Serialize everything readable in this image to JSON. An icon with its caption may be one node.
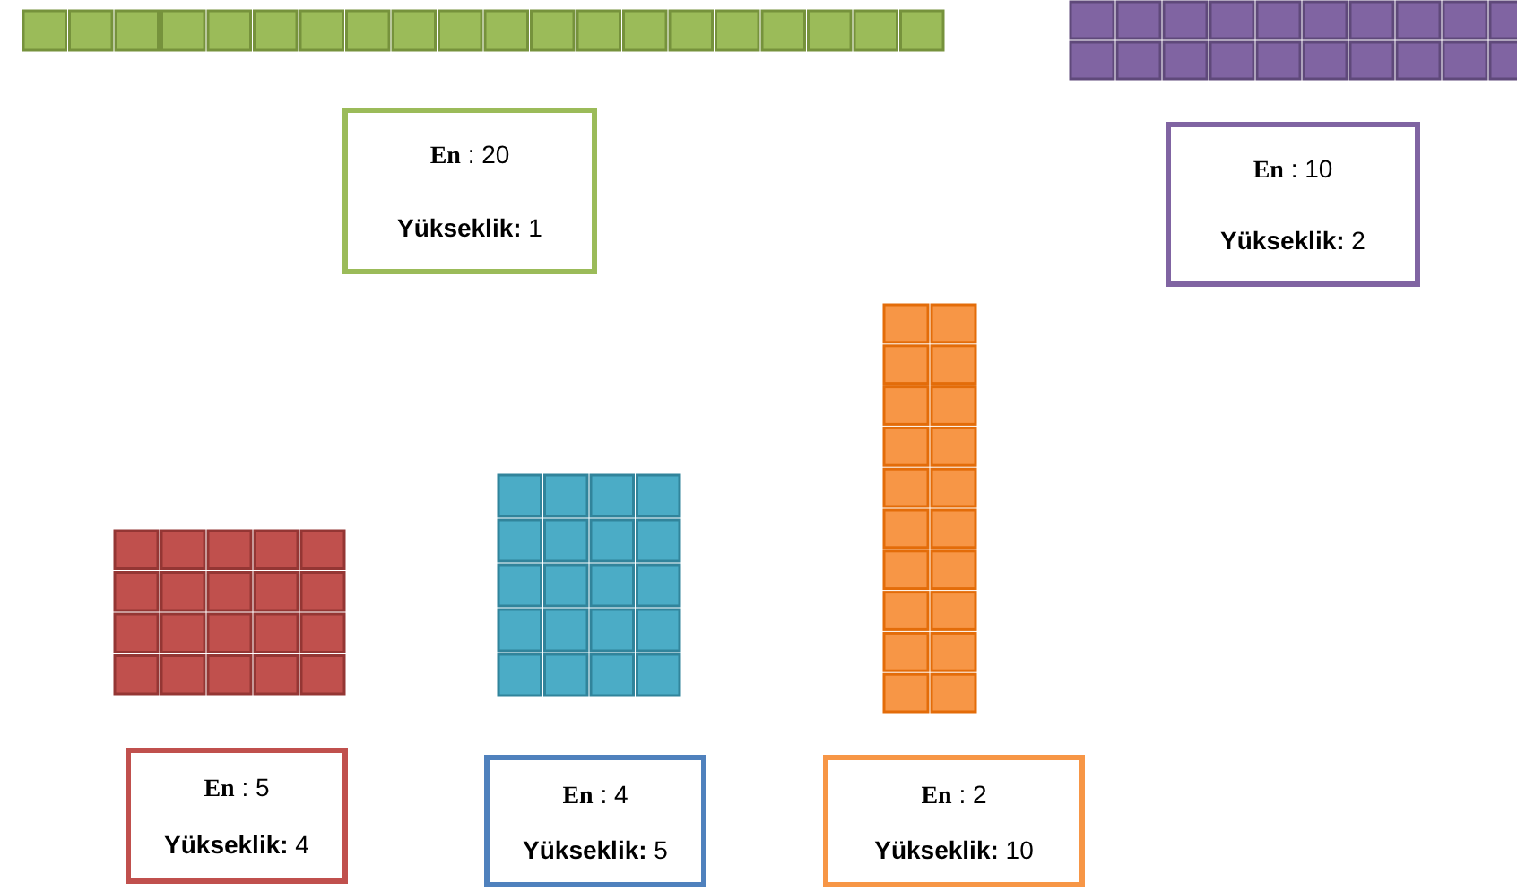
{
  "diagram": {
    "nodes": [
      {
        "text": [
          "**En** : 20",
          "**Yükseklik:** 1"
        ]
      },
      {
        "text": [
          "**En** : 10",
          "**Yükseklik:** 2"
        ]
      },
      {
        "text": [
          "**En** : 5",
          "**Yükseklik:** 4"
        ]
      },
      {
        "text": [
          "**En** : 4",
          "**Yükseklik:** 5"
        ]
      },
      {
        "text": [
          "**En** : 2",
          "**Yükseklik:** 10"
        ]
      }
    ]
  }
}
